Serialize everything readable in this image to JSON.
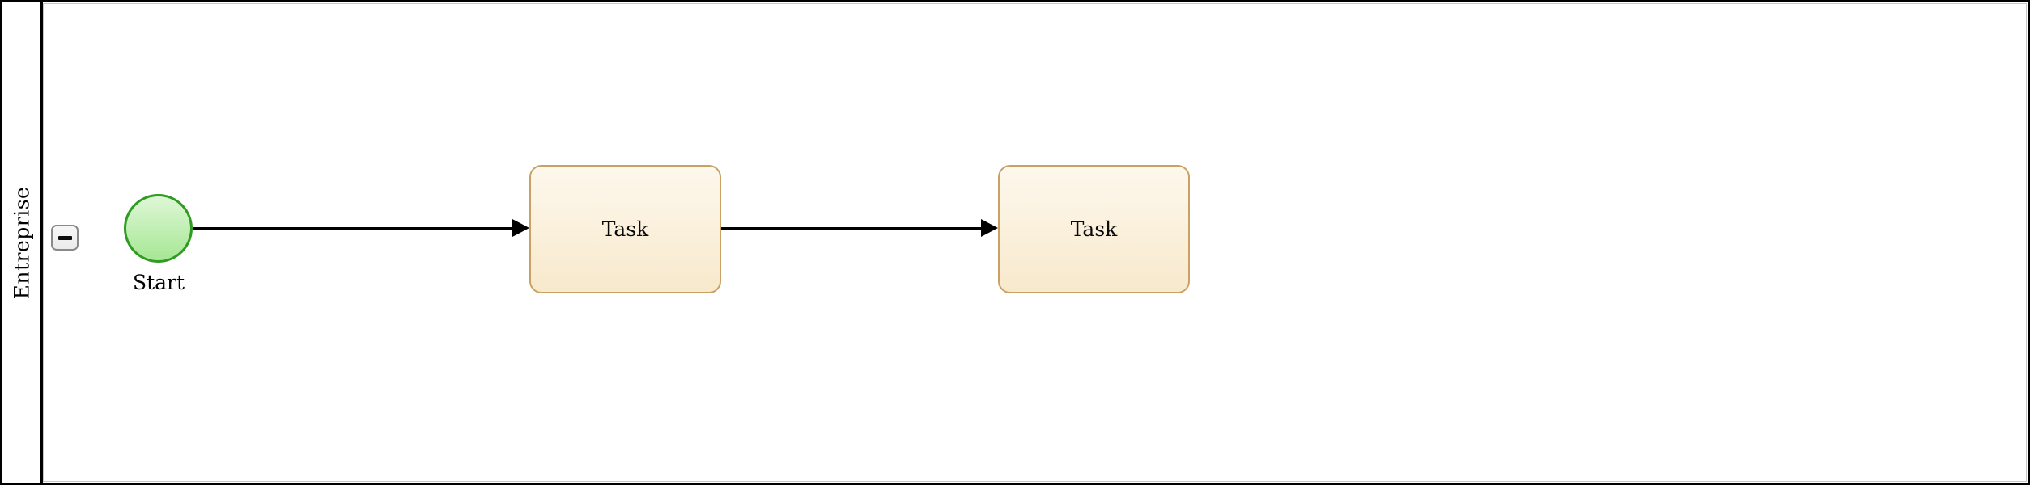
{
  "pool": {
    "label": "Entreprise",
    "collapse_button": {
      "icon": "minus-icon",
      "state": "expanded"
    }
  },
  "diagram": {
    "start_event": {
      "label": "Start",
      "shape": "circle"
    },
    "tasks": [
      {
        "label": "Task"
      },
      {
        "label": "Task"
      }
    ],
    "flows": [
      {
        "from": "start-event",
        "to": "task-1"
      },
      {
        "from": "task-1",
        "to": "task-2"
      }
    ]
  },
  "colors": {
    "pool-border": "#000000",
    "lane-border": "#c8c8c8",
    "task-fill-top": "#fdf8ed",
    "task-fill-bottom": "#f8e9cc",
    "task-border": "#c9a164",
    "event-fill-top": "#def7d6",
    "event-fill-bottom": "#a6e794",
    "event-border": "#2f9b20",
    "flow": "#000000",
    "button-border": "#8a8a8a",
    "button-fill": "#f7f7f7"
  }
}
